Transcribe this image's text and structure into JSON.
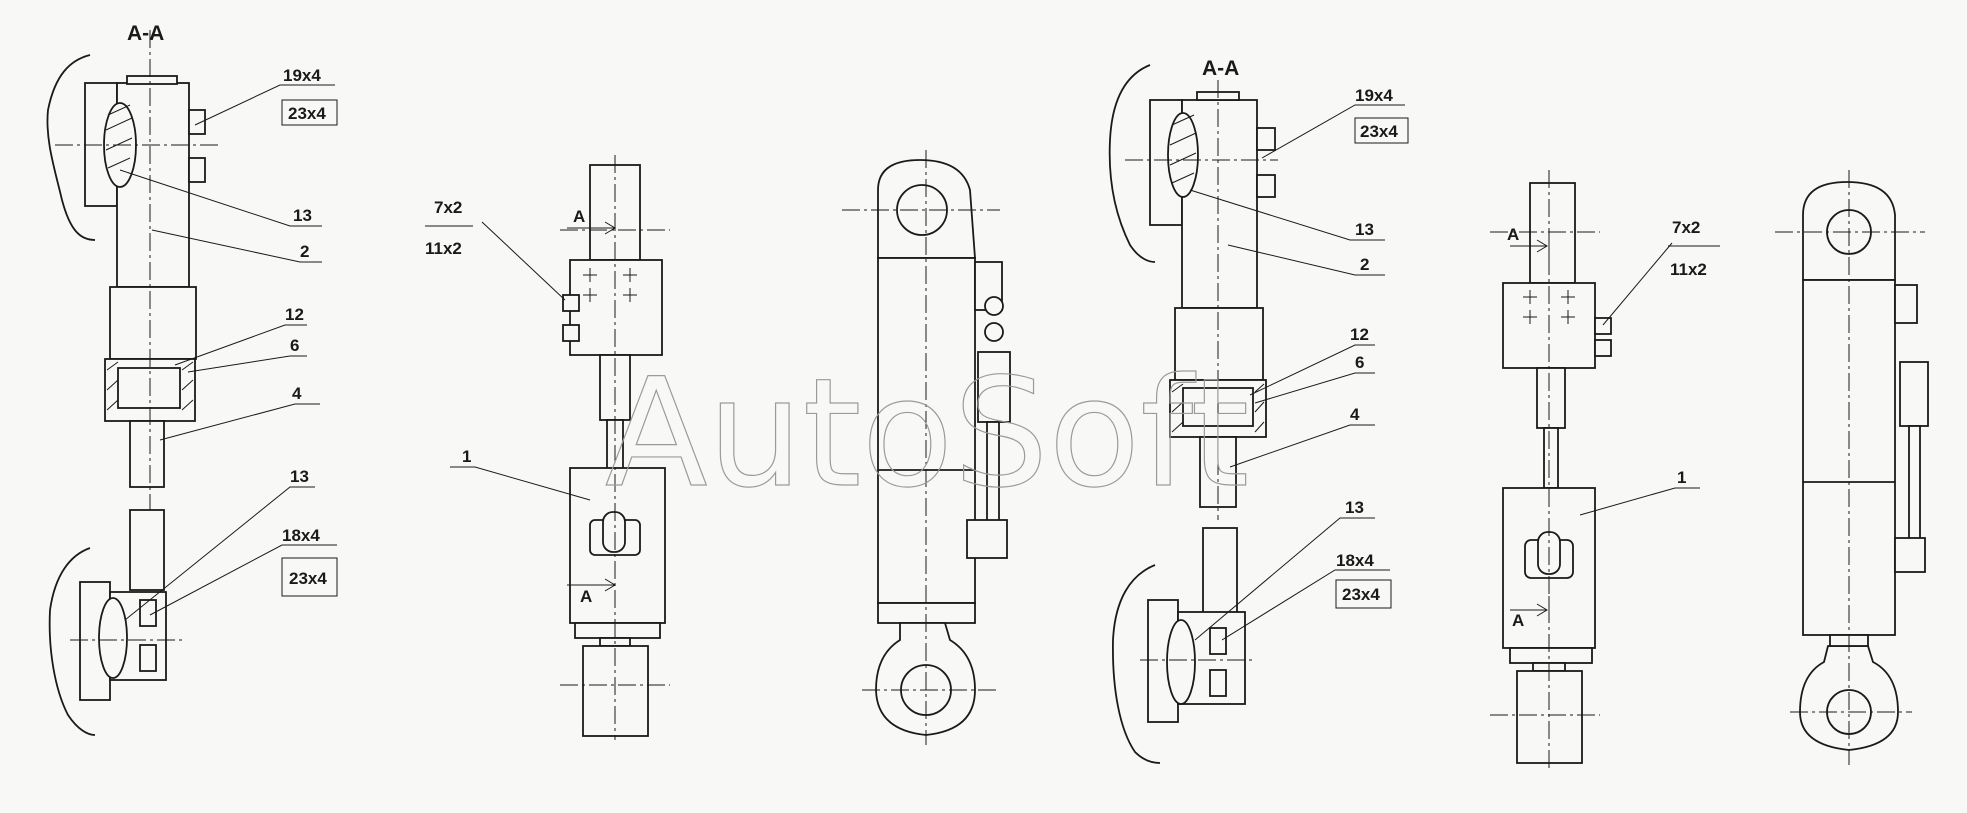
{
  "watermark": "AutoSoft",
  "section_labels": {
    "left_section": "A-A",
    "right_section": "A-A",
    "cut_mark": "A"
  },
  "callouts": {
    "bolt_19x4": "19x4",
    "nut_23x4": "23x4",
    "bolt_18x4": "18x4",
    "bolt_7x2": "7x2",
    "nut_11x2": "11x2",
    "pos_1": "1",
    "pos_2": "2",
    "pos_4": "4",
    "pos_6": "6",
    "pos_12": "12",
    "pos_13": "13"
  }
}
